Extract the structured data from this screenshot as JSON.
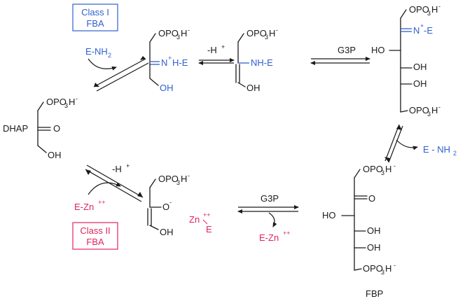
{
  "colors": {
    "text": "#1a1a1a",
    "class1": "#2f5fd0",
    "class2": "#e0245e"
  },
  "class1_box": {
    "line1": "Class I",
    "line2": "FBA"
  },
  "class2_box": {
    "line1": "Class II",
    "line2": "FBA"
  },
  "enzyme_nh2": "E-NH",
  "nh2_sub": "2",
  "enzyme_nh2_right": "E - NH",
  "enzyme_zn_left": "E-Zn",
  "enzyme_zn_right": "E-Zn",
  "zn_charge": "++",
  "dhap_label": "DHAP",
  "fbp_label": "FBP",
  "g3p": "G3P",
  "deprot": "-H",
  "plus": "+",
  "minus": "-",
  "phosphate": {
    "left": "OPO",
    "sub": "3",
    "right": "H"
  },
  "oxygen": "O",
  "hydroxyl": "OH",
  "ho": "HO",
  "iminium_right": "-E",
  "iminium_left": "N",
  "iminium_tail": "H-E",
  "enamine": "NH-E",
  "zn_label": "Zn",
  "zn_e": "E",
  "enolate_o": "O"
}
